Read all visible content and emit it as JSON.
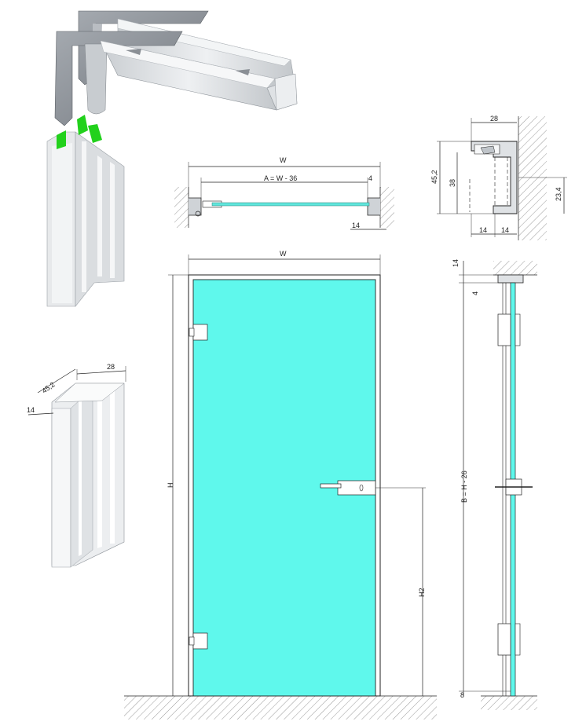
{
  "colors": {
    "glass": "#5ff8ec",
    "glass_strip": "#5fe6dc",
    "profile_metal": "#d9dcdf",
    "bracket_metal": "#8e939a",
    "gasket_green": "#22d11c",
    "outline": "#222222"
  },
  "icons": {
    "hinge": "hinge-icon",
    "handle": "door-handle-icon",
    "floor": "floor-hatch-icon"
  },
  "profile_3d": {
    "width_label": "28",
    "depth_label": "45,2",
    "side_label": "14"
  },
  "top_section": {
    "width_label": "W",
    "inner_label": "A = W - 36",
    "gap_label": "4",
    "offset_label": "14"
  },
  "profile_section": {
    "width_label": "28",
    "height_label": "45,2",
    "inner_label": "38",
    "glass_offset_label": "23,4",
    "left_label": "14",
    "right_label": "14"
  },
  "front_view": {
    "width_label": "W",
    "height_label": "H",
    "handle_height_label": "H2"
  },
  "side_view": {
    "top_label": "14",
    "gap_label": "4",
    "glass_height_label": "B = H - 26",
    "bottom_label": "8"
  }
}
